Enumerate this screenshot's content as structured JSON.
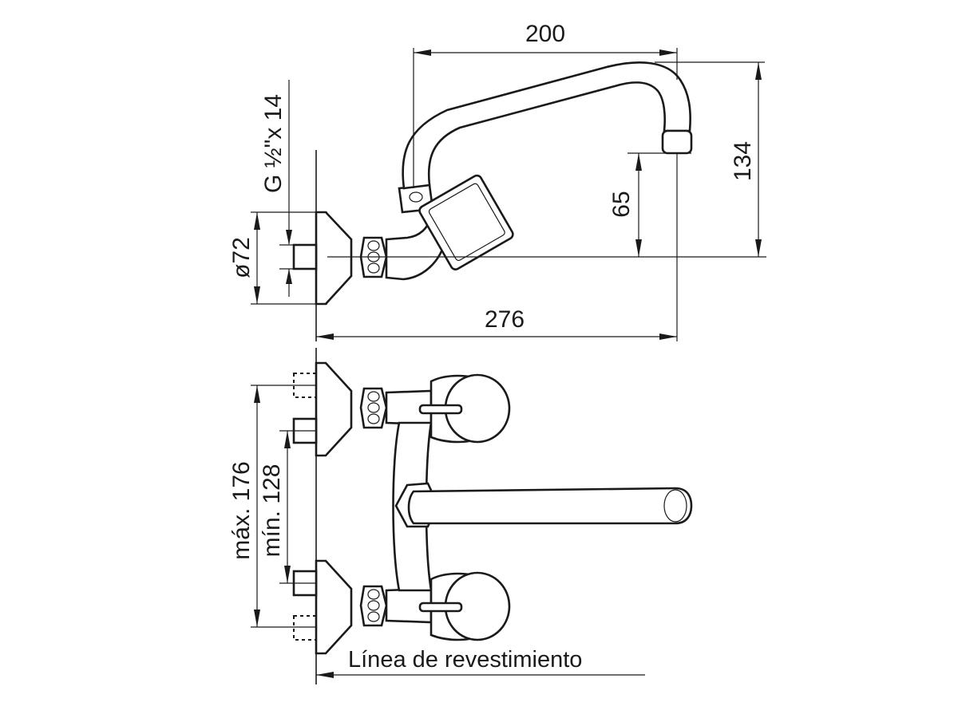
{
  "dimensions": {
    "width_200": "200",
    "height_134": "134",
    "height_65": "65",
    "length_276": "276",
    "thread": "G ½\"x 14",
    "diameter": "ø72",
    "max_spacing": "máx. 176",
    "min_spacing": "mín. 128"
  },
  "wall_label": "Línea de revestimiento"
}
